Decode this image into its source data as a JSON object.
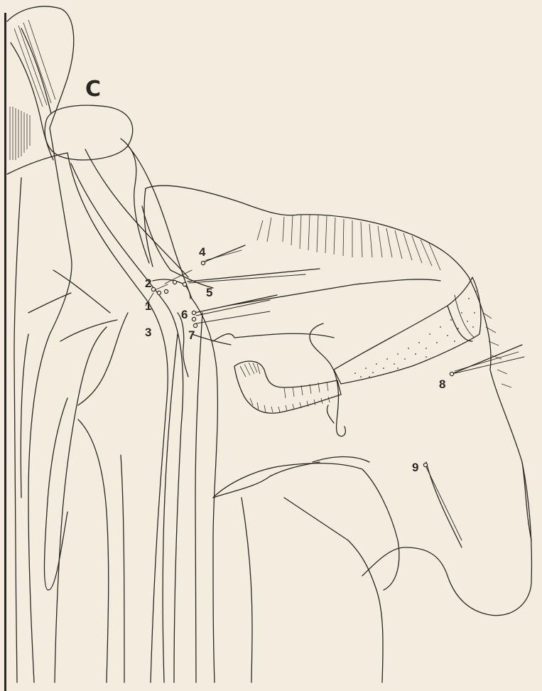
{
  "panel_label": "C",
  "labels": {
    "l1": "1",
    "l2": "2",
    "l3": "3",
    "l4": "4",
    "l5": "5",
    "l6": "6",
    "l7": "7",
    "l8": "8",
    "l9": "9"
  },
  "colors": {
    "paper": "#f3ecdf",
    "ink": "#2a2622"
  }
}
